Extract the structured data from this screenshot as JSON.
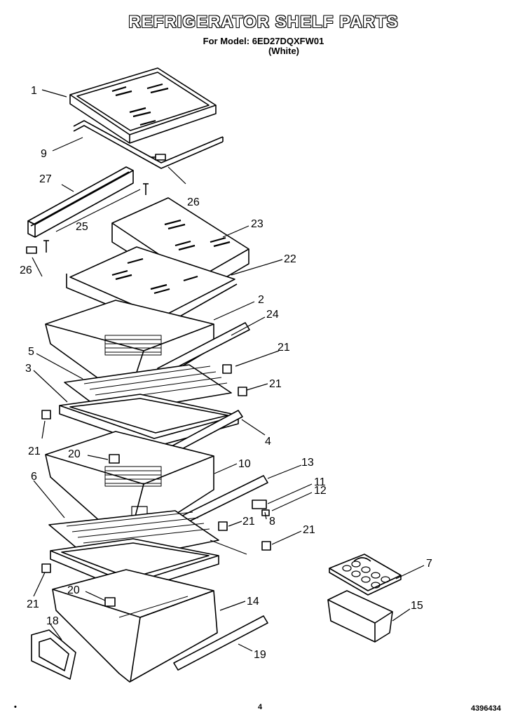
{
  "header": {
    "title": "REFRIGERATOR SHELF PARTS",
    "model_line": "For Model: 6ED27DQXFW01",
    "color_line": "(White)"
  },
  "parts": [
    {
      "id": "p1",
      "label": "1"
    },
    {
      "id": "p9",
      "label": "9"
    },
    {
      "id": "p27",
      "label": "27"
    },
    {
      "id": "p26a",
      "label": "26"
    },
    {
      "id": "p25",
      "label": "25"
    },
    {
      "id": "p23",
      "label": "23"
    },
    {
      "id": "p22",
      "label": "22"
    },
    {
      "id": "p26b",
      "label": "26"
    },
    {
      "id": "p2",
      "label": "2"
    },
    {
      "id": "p24",
      "label": "24"
    },
    {
      "id": "p5",
      "label": "5"
    },
    {
      "id": "p21a",
      "label": "21"
    },
    {
      "id": "p3",
      "label": "3"
    },
    {
      "id": "p21b",
      "label": "21"
    },
    {
      "id": "p21c",
      "label": "21"
    },
    {
      "id": "p4",
      "label": "4"
    },
    {
      "id": "p20a",
      "label": "20"
    },
    {
      "id": "p13",
      "label": "13"
    },
    {
      "id": "p10",
      "label": "10"
    },
    {
      "id": "p11",
      "label": "11"
    },
    {
      "id": "p6",
      "label": "6"
    },
    {
      "id": "p12",
      "label": "12"
    },
    {
      "id": "p21d",
      "label": "21"
    },
    {
      "id": "p8",
      "label": "8"
    },
    {
      "id": "p21e",
      "label": "21"
    },
    {
      "id": "p7",
      "label": "7"
    },
    {
      "id": "p21f",
      "label": "21"
    },
    {
      "id": "p20b",
      "label": "20"
    },
    {
      "id": "p14",
      "label": "14"
    },
    {
      "id": "p15",
      "label": "15"
    },
    {
      "id": "p18",
      "label": "18"
    },
    {
      "id": "p19",
      "label": "19"
    }
  ],
  "footer": {
    "page_number": "4",
    "doc_number": "4396434"
  }
}
